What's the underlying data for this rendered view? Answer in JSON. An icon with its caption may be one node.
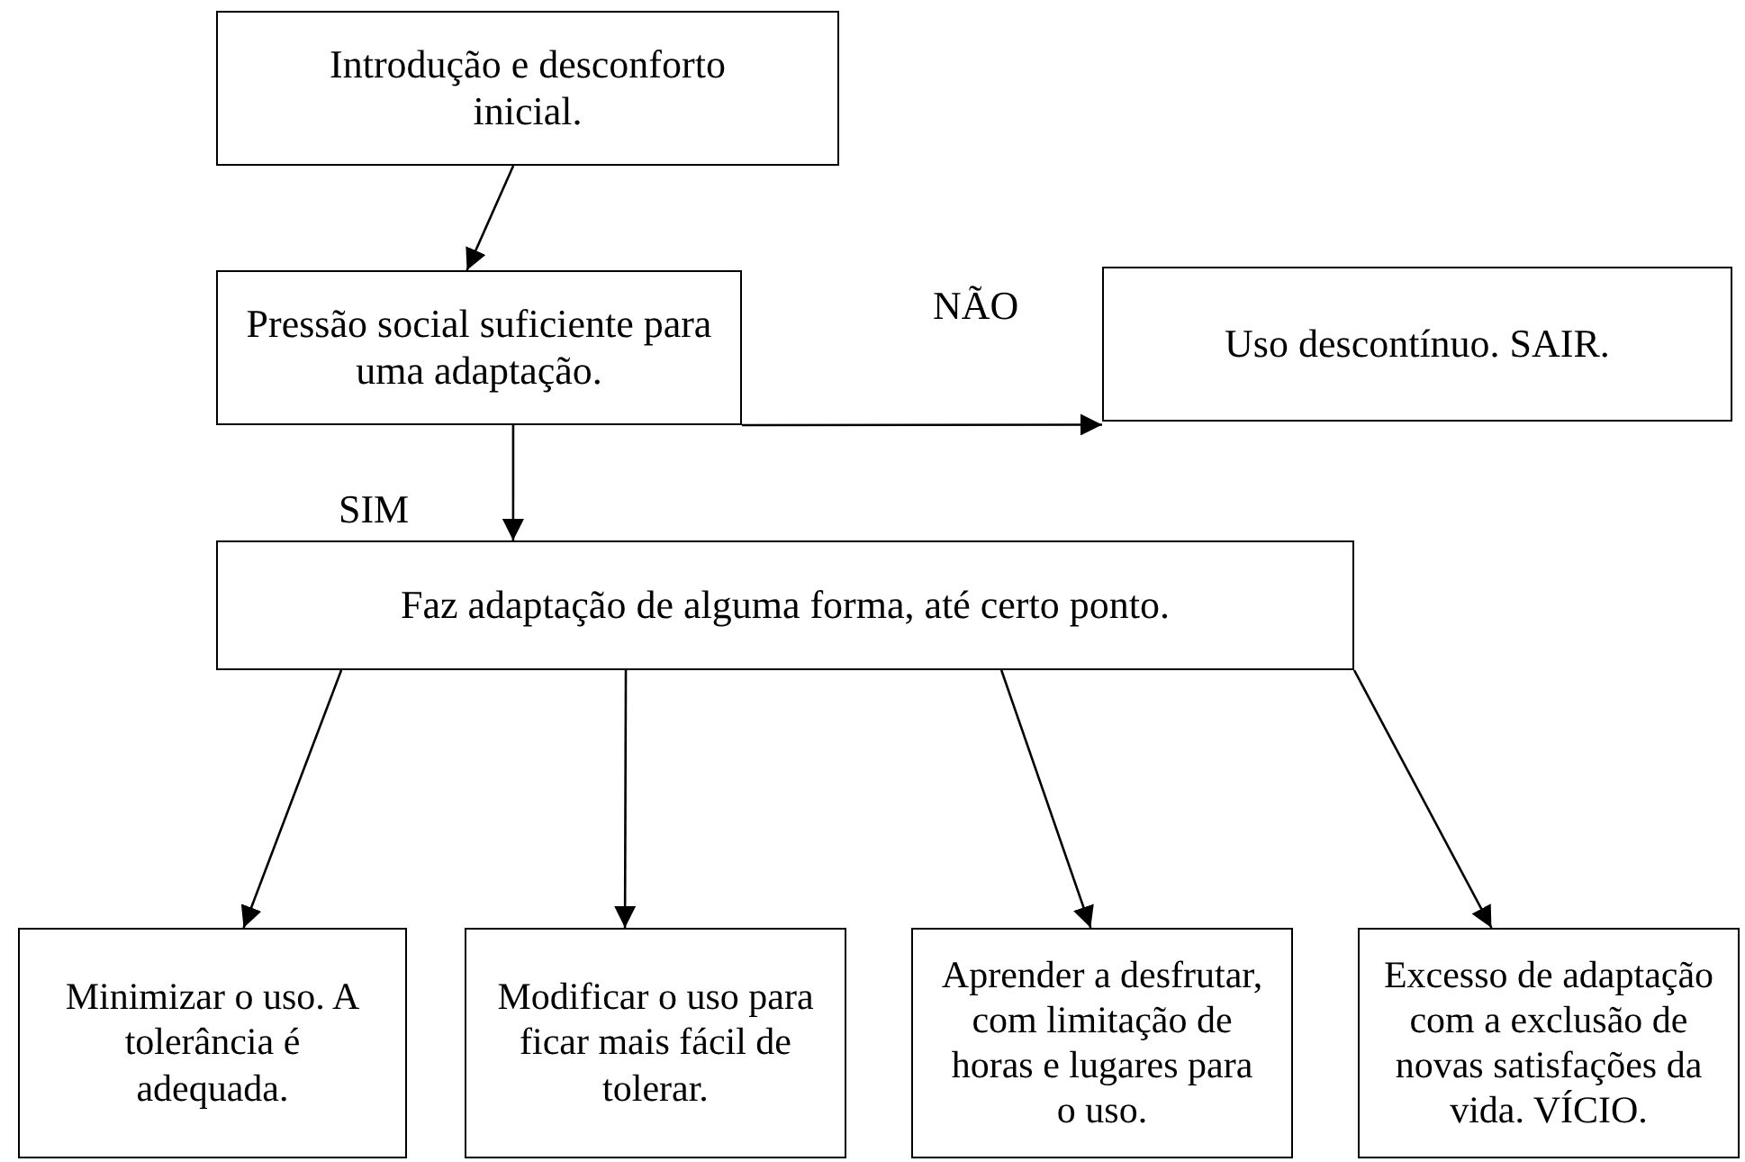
{
  "diagram": {
    "nodes": [
      {
        "text": [
          "Introdução e desconforto inicial."
        ]
      },
      {
        "text": [
          "Pressão social suficiente para uma adaptação."
        ]
      },
      {
        "text": [
          "Uso descontínuo. SAIR."
        ]
      },
      {
        "text": [
          "Faz adaptação de alguma forma, até certo ponto."
        ]
      },
      {
        "text": [
          "Minimizar o uso. A tolerância é adequada."
        ]
      },
      {
        "text": [
          "Modificar o uso para ficar mais fácil de tolerar."
        ]
      },
      {
        "text": [
          "Aprender a desfrutar, com limitação de horas e lugares para o uso."
        ]
      },
      {
        "text": [
          "Excesso de adaptação com a exclusão de novas satisfações da vida. VÍCIO."
        ]
      }
    ],
    "edges": [
      {
        "from": 0,
        "to": 1,
        "arrow": "to"
      },
      {
        "from": 1,
        "to": 2,
        "arrow": "to",
        "label": "NÃO"
      },
      {
        "from": 1,
        "to": 3,
        "arrow": "to",
        "label": "SIM"
      },
      {
        "from": 3,
        "to": 4,
        "arrow": "to"
      },
      {
        "from": 3,
        "to": 5,
        "arrow": "to"
      },
      {
        "from": 3,
        "to": 6,
        "arrow": "to"
      },
      {
        "from": 3,
        "to": 7,
        "arrow": "to"
      }
    ]
  }
}
